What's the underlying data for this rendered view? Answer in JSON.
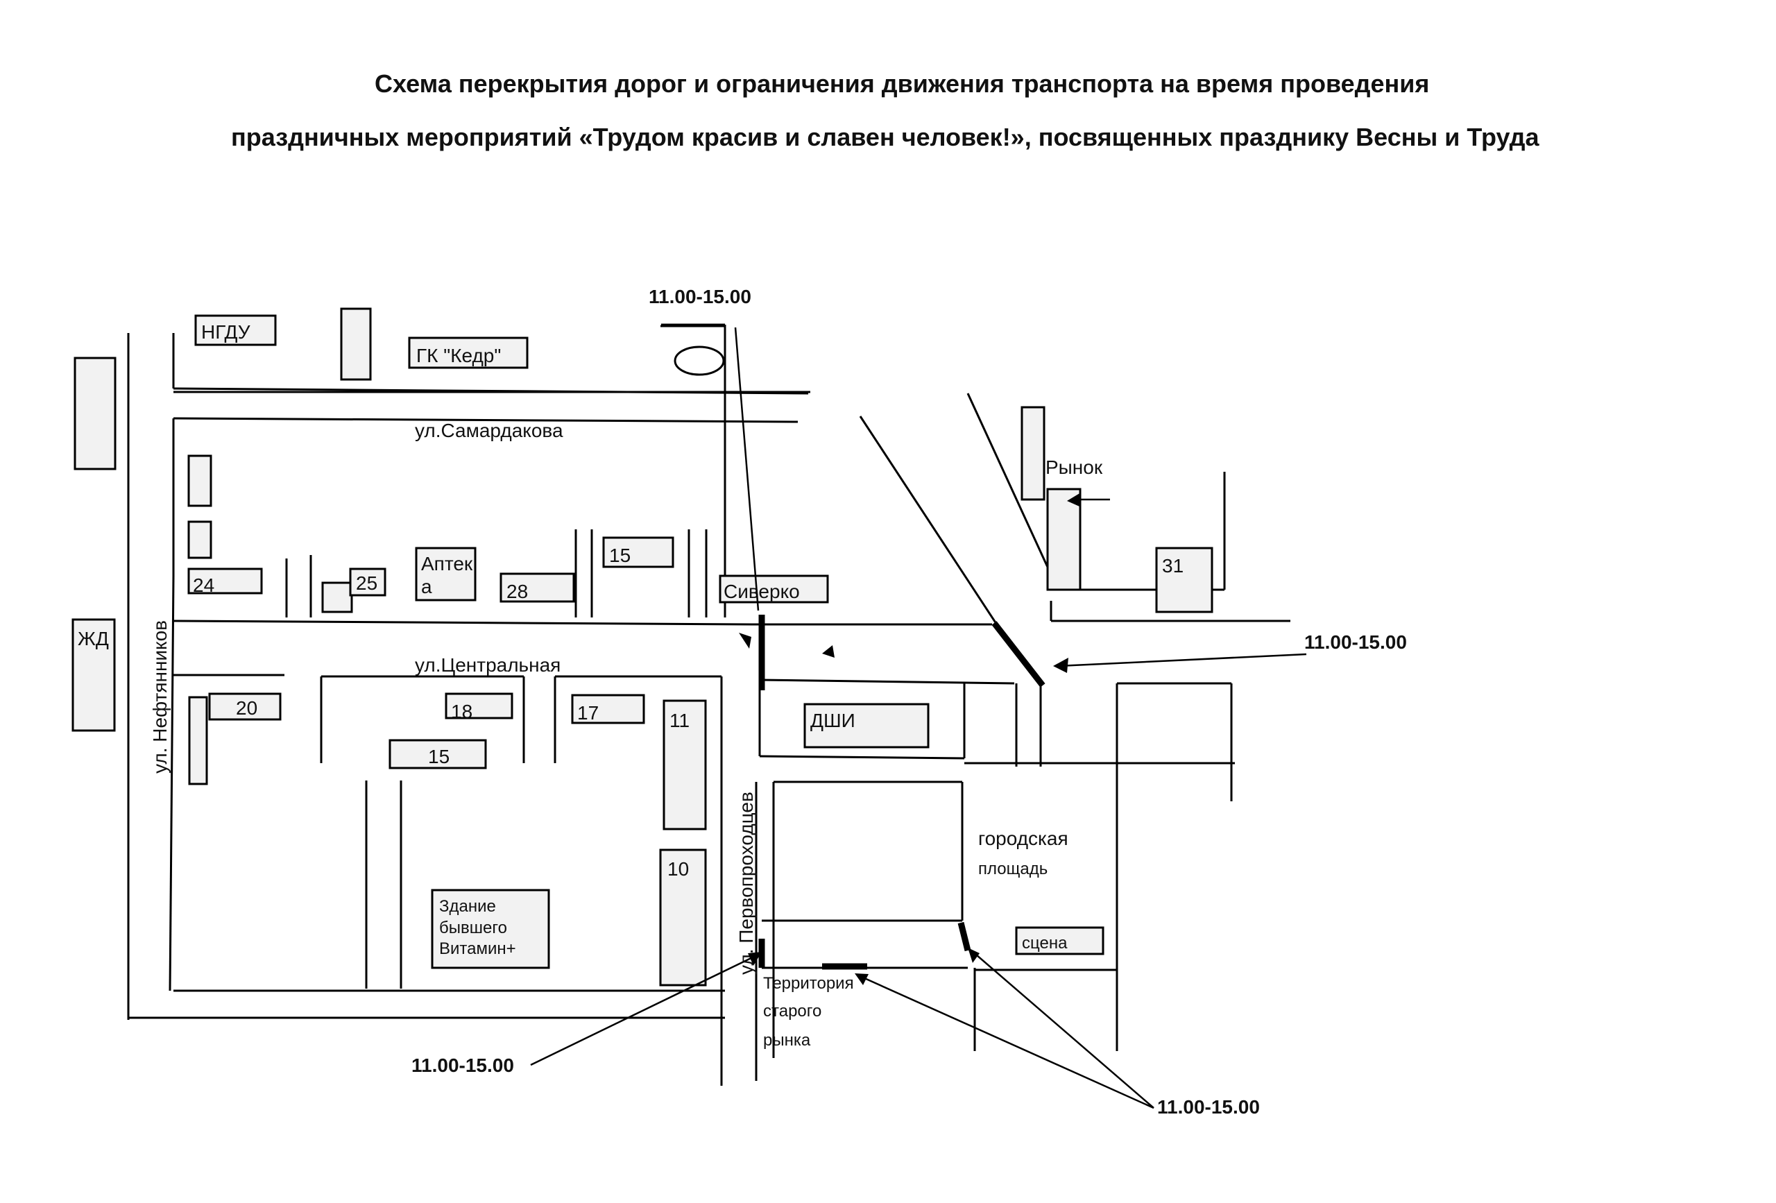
{
  "header": {
    "title_line1": "Схема перекрытия дорог и ограничения движения транспорта на время проведения",
    "title_line2": "праздничных мероприятий «Трудом красив и славен человек!», посвященных празднику Весны и Труда"
  },
  "streets": {
    "samardakova": "ул.Самардакова",
    "centralnaya": "ул.Центральная",
    "neftyannikov": "ул. Нефтянников",
    "pervoprohodcev": "ул. Первопроходцев"
  },
  "buildings": {
    "ngdu": "НГДУ",
    "kedr": "ГК \"Кедр\"",
    "rynok": "Рынок",
    "zhd": "ЖД",
    "b24": "24",
    "b25": "25",
    "apteka_1": "Аптек",
    "apteka_2": "а",
    "b28": "28",
    "b15_top": "15",
    "siverko": "Сиверко",
    "b31": "31",
    "b20": "20",
    "b18": "18",
    "b17": "17",
    "b11": "11",
    "b15_bottom": "15",
    "dshi": "ДШИ",
    "b10": "10",
    "vitamin_1": "Здание",
    "vitamin_2": "бывшего",
    "vitamin_3": "Витамин+",
    "stsena": "сцена"
  },
  "areas": {
    "gorodskaya": "городская",
    "ploshchad": "площадь",
    "territory_1": "Территория",
    "territory_2": "старого",
    "territory_3": "рынка"
  },
  "closures": {
    "time_top": "11.00-15.00",
    "time_right": "11.00-15.00",
    "time_bottom_left": "11.00-15.00",
    "time_bottom_right": "11.00-15.00"
  },
  "colors": {
    "ink": "#000000",
    "building_fill": "#f2f2f2",
    "background": "#ffffff"
  }
}
